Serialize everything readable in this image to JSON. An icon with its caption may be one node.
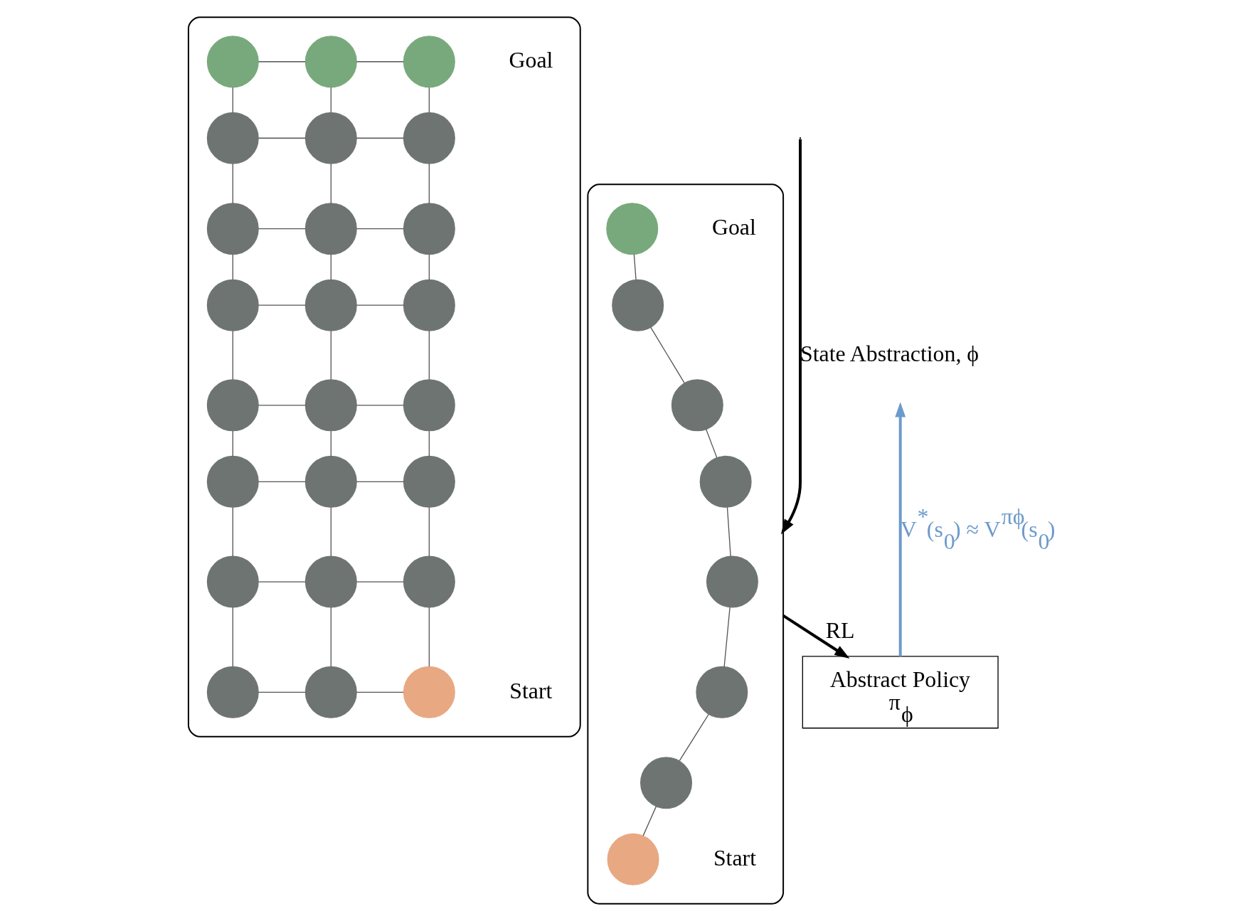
{
  "diagram": {
    "nodes": [
      {
        "text": [],
        "shape": "box"
      },
      {
        "text": [],
        "shape": "circle",
        "in": 0
      },
      {
        "text": [],
        "shape": "circle",
        "in": 0
      },
      {
        "text": [],
        "shape": "circle",
        "in": 0,
        "beside": [
          "Goal"
        ]
      },
      {
        "text": [],
        "shape": "circle",
        "in": 0
      },
      {
        "text": [],
        "shape": "circle",
        "in": 0
      },
      {
        "text": [],
        "shape": "circle",
        "in": 0
      },
      {
        "text": [],
        "shape": "circle",
        "in": 0
      },
      {
        "text": [],
        "shape": "circle",
        "in": 0
      },
      {
        "text": [],
        "shape": "circle",
        "in": 0
      },
      {
        "text": [],
        "shape": "circle",
        "in": 0
      },
      {
        "text": [],
        "shape": "circle",
        "in": 0
      },
      {
        "text": [],
        "shape": "circle",
        "in": 0
      },
      {
        "text": [],
        "shape": "circle",
        "in": 0
      },
      {
        "text": [],
        "shape": "circle",
        "in": 0
      },
      {
        "text": [],
        "shape": "circle",
        "in": 0
      },
      {
        "text": [],
        "shape": "circle",
        "in": 0
      },
      {
        "text": [],
        "shape": "circle",
        "in": 0
      },
      {
        "text": [],
        "shape": "circle",
        "in": 0
      },
      {
        "text": [],
        "shape": "circle",
        "in": 0
      },
      {
        "text": [],
        "shape": "circle",
        "in": 0
      },
      {
        "text": [],
        "shape": "circle",
        "in": 0
      },
      {
        "text": [],
        "shape": "circle",
        "in": 0
      },
      {
        "text": [],
        "shape": "circle",
        "in": 0
      },
      {
        "text": [],
        "shape": "circle",
        "in": 0,
        "beside": [
          "Start"
        ]
      },
      {
        "text": [],
        "shape": "box"
      },
      {
        "text": [],
        "shape": "circle",
        "in": 25,
        "beside": [
          "Goal"
        ]
      },
      {
        "text": [],
        "shape": "circle",
        "in": 25
      },
      {
        "text": [],
        "shape": "circle",
        "in": 25
      },
      {
        "text": [],
        "shape": "circle",
        "in": 25
      },
      {
        "text": [],
        "shape": "circle",
        "in": 25
      },
      {
        "text": [],
        "shape": "circle",
        "in": 25
      },
      {
        "text": [],
        "shape": "circle",
        "in": 25
      },
      {
        "text": [],
        "shape": "circle",
        "in": 25,
        "beside": [
          "Start"
        ]
      },
      {
        "text": [
          "Abstract Policy",
          "π$_{ϕ}$"
        ]
      }
    ],
    "edges": [
      {
        "from": 1,
        "to": 2,
        "arrow": "none"
      },
      {
        "from": 2,
        "to": 3,
        "arrow": "none"
      },
      {
        "from": 4,
        "to": 5,
        "arrow": "none"
      },
      {
        "from": 5,
        "to": 6,
        "arrow": "none"
      },
      {
        "from": 7,
        "to": 8,
        "arrow": "none"
      },
      {
        "from": 8,
        "to": 9,
        "arrow": "none"
      },
      {
        "from": 10,
        "to": 11,
        "arrow": "none"
      },
      {
        "from": 11,
        "to": 12,
        "arrow": "none"
      },
      {
        "from": 13,
        "to": 14,
        "arrow": "none"
      },
      {
        "from": 14,
        "to": 15,
        "arrow": "none"
      },
      {
        "from": 16,
        "to": 17,
        "arrow": "none"
      },
      {
        "from": 17,
        "to": 18,
        "arrow": "none"
      },
      {
        "from": 19,
        "to": 20,
        "arrow": "none"
      },
      {
        "from": 20,
        "to": 21,
        "arrow": "none"
      },
      {
        "from": 22,
        "to": 23,
        "arrow": "none"
      },
      {
        "from": 23,
        "to": 24,
        "arrow": "none"
      },
      {
        "from": 1,
        "to": 4,
        "arrow": "none"
      },
      {
        "from": 4,
        "to": 7,
        "arrow": "none"
      },
      {
        "from": 7,
        "to": 10,
        "arrow": "none"
      },
      {
        "from": 10,
        "to": 13,
        "arrow": "none"
      },
      {
        "from": 13,
        "to": 16,
        "arrow": "none"
      },
      {
        "from": 16,
        "to": 19,
        "arrow": "none"
      },
      {
        "from": 19,
        "to": 22,
        "arrow": "none"
      },
      {
        "from": 2,
        "to": 5,
        "arrow": "none"
      },
      {
        "from": 5,
        "to": 8,
        "arrow": "none"
      },
      {
        "from": 8,
        "to": 11,
        "arrow": "none"
      },
      {
        "from": 11,
        "to": 14,
        "arrow": "none"
      },
      {
        "from": 14,
        "to": 17,
        "arrow": "none"
      },
      {
        "from": 17,
        "to": 20,
        "arrow": "none"
      },
      {
        "from": 20,
        "to": 23,
        "arrow": "none"
      },
      {
        "from": 3,
        "to": 6,
        "arrow": "none"
      },
      {
        "from": 6,
        "to": 9,
        "arrow": "none"
      },
      {
        "from": 9,
        "to": 12,
        "arrow": "none"
      },
      {
        "from": 12,
        "to": 15,
        "arrow": "none"
      },
      {
        "from": 15,
        "to": 18,
        "arrow": "none"
      },
      {
        "from": 18,
        "to": 21,
        "arrow": "none"
      },
      {
        "from": 21,
        "to": 24,
        "arrow": "none"
      },
      {
        "from": 26,
        "to": 27,
        "arrow": "none"
      },
      {
        "from": 27,
        "to": 28,
        "arrow": "none"
      },
      {
        "from": 28,
        "to": 29,
        "arrow": "none"
      },
      {
        "from": 29,
        "to": 30,
        "arrow": "none"
      },
      {
        "from": 30,
        "to": 31,
        "arrow": "none"
      },
      {
        "from": 31,
        "to": 32,
        "arrow": "none"
      },
      {
        "from": 32,
        "to": 33,
        "arrow": "none"
      },
      {
        "from": null,
        "to": 25,
        "arrow": "to",
        "label": "State Abstraction, ϕ",
        "style": "thick"
      },
      {
        "from": 25,
        "to": 34,
        "arrow": "to",
        "label": "RL",
        "style": "thick"
      },
      {
        "from": 34,
        "to": null,
        "arrow": "to",
        "label": "V$^{*}$(s$_{0}$) ≈ V$^{πϕ}$(s$_{0}$)",
        "color": "#6c9bcb",
        "style": "thick"
      }
    ]
  }
}
